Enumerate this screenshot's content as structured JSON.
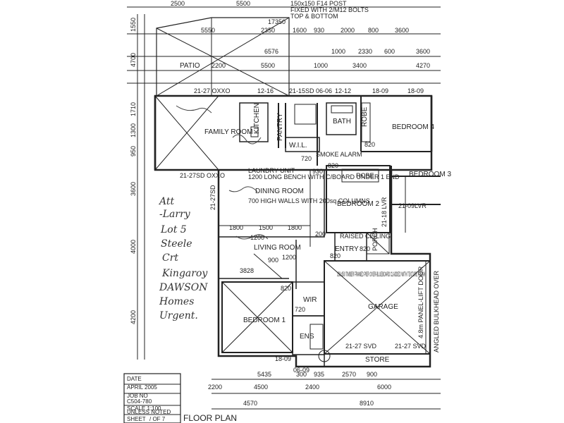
{
  "title_block": {
    "date_label": "DATE",
    "date_value": "APRIL 2005",
    "job_label": "JOB NO",
    "job_value": "C504-780",
    "scale_label": "SCALE 1:100",
    "unless_noted": "UNLESS NOTED",
    "sheet_label": "SHEET",
    "sheet_value": "/ OF 7",
    "plan_title": "FLOOR PLAN"
  },
  "handwritten_note": [
    "Att",
    "-Larry",
    "Lot 5",
    "Steele",
    "Crt",
    "Kingaroy",
    "DAWSON",
    "Homes",
    "Urgent."
  ],
  "rooms": {
    "patio": "PATIO",
    "family_room": "FAMILY ROOM",
    "kitchen": "KITCHEN",
    "pantry": "PANTRY",
    "wil": "W.I.L.",
    "bath": "BATH",
    "robe": "ROBE",
    "bedroom4": "BEDROOM 4",
    "bedroom3": "BEDROOM 3",
    "bedroom2": "BEDROOM 2",
    "robe2": "ROBE",
    "laundry": "LAUNDRY UNIT",
    "laundry_note": "1200 LONG BENCH WITH C/BOARD UNDER 1 END",
    "dining": "DINING ROOM",
    "walls_note": "700 HIGH WALLS WITH 200sq COLUMNS",
    "living": "LIVING ROOM",
    "entry": "ENTRY",
    "porch": "PORCH",
    "raised_ceiling": "RAISED CEILING",
    "bedroom1": "BEDROOM 1",
    "wir": "WIR",
    "ens": "ENS",
    "garage": "GARAGE",
    "store": "STORE",
    "pier_note": "350x350 TIMBER FRAMED PIER OVER-BLUEBOARD CLADDED WITH TEXTURE FINISH",
    "garage_door": "4.8m PANEL-LIFT DOOR",
    "garage_door2": "ANGLED BULKHEAD OVER",
    "smoke_alarm": "SMOKE ALARM"
  },
  "post_note": [
    "150x150 F14 POST",
    "FIXED WITH 2/M12 BOLTS",
    "TOP & BOTTOM"
  ],
  "dims_top": [
    "2500",
    "5500",
    "17350",
    "5550",
    "2350",
    "1600",
    "930",
    "2000",
    "800",
    "3600",
    "6576",
    "1000",
    "2330",
    "600",
    "3600",
    "2200",
    "5500",
    "1000",
    "3400",
    "4270"
  ],
  "dims_left": [
    "1550",
    "4700",
    "1710",
    "1300",
    "950",
    "3600",
    "4000",
    "4200"
  ],
  "dims_bottom": [
    "5435",
    "300",
    "935",
    "2570",
    "900",
    "2200",
    "4500",
    "2400",
    "6000",
    "4570",
    "8910"
  ],
  "interior_dims": [
    "1800",
    "1500",
    "1800",
    "1200",
    "3828",
    "900",
    "1200",
    "820",
    "930",
    "720",
    "820",
    "820",
    "720",
    "820",
    "200",
    "820"
  ],
  "beam_labels": [
    "21-27 OXXO",
    "12-16",
    "21-15SD",
    "06-06",
    "12-12",
    "18-09",
    "18-09",
    "21-27SD OXXO",
    "21-27SD",
    "21-09LVR",
    "21-18 LVR",
    "21-27 SVD",
    "21-27 SVD",
    "18-09",
    "06-09"
  ]
}
